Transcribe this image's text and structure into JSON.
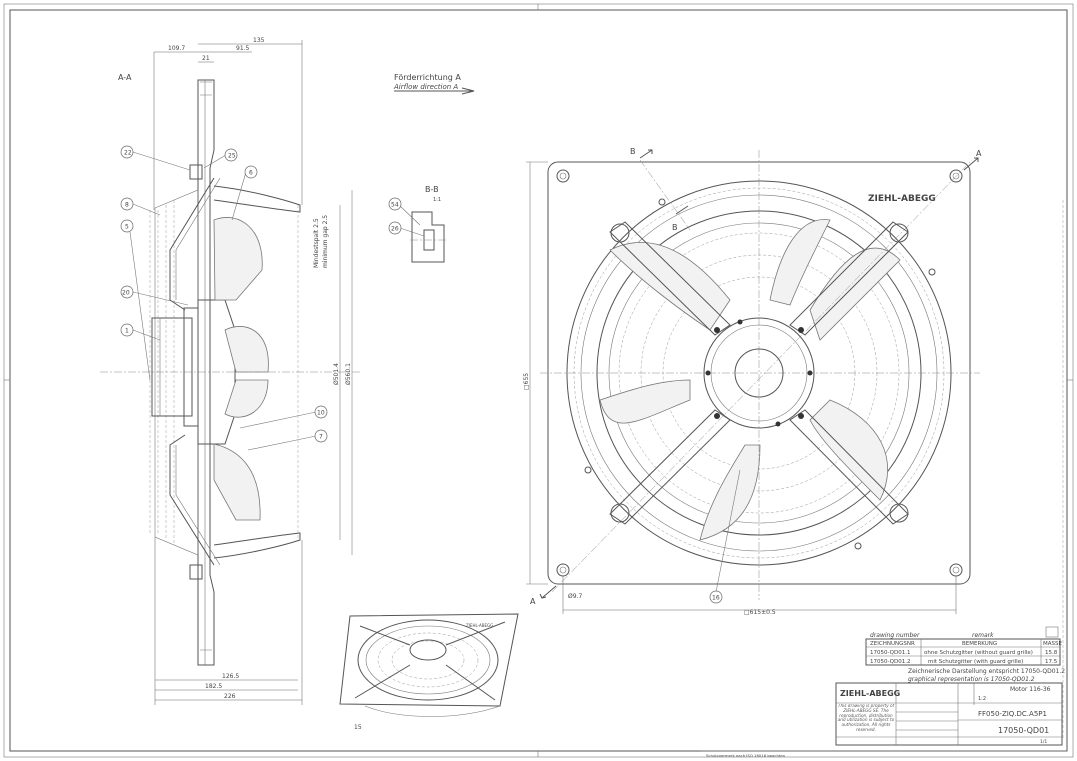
{
  "section_labels": {
    "aa": "A-A",
    "bb": "B-B",
    "bb_scale": "1:1"
  },
  "airflow": {
    "de": "Förderrichtung A",
    "en": "Airflow direction A"
  },
  "side_dims": {
    "d135": "135",
    "d109_7": "109.7",
    "d91_5": "91.5",
    "d21": "21",
    "d126_5": "126.5",
    "d182_5": "182.5",
    "d226": "226"
  },
  "gap_note": {
    "de": "Mindestspalt 2.5",
    "en": "minimum gap 2.5"
  },
  "diameters": {
    "d501_4": "Ø501.4",
    "d560_1": "Ø560.1"
  },
  "front_dims": {
    "square655": "□655",
    "square615": "□615±0.5",
    "hole": "Ø9.7"
  },
  "view_markers": {
    "a": "A",
    "b": "B"
  },
  "brand": "ZIEHL-ABEGG",
  "callouts": {
    "c22": "22",
    "c25": "25",
    "c6": "6",
    "c8": "8",
    "c5": "5",
    "c20": "20",
    "c1": "1",
    "c10": "10",
    "c7": "7",
    "c54": "54",
    "c26": "26",
    "c16": "16",
    "c15": "15"
  },
  "variants_table": {
    "head_de": "drawing number",
    "head_en": "remark",
    "col1": "ZEICHNUNGSNR",
    "col2": "BEMERKUNG",
    "col3": "MASSE",
    "rows": [
      {
        "num": "17050-QD01.1",
        "remark": "ohne Schutzgitter (without guard grille)",
        "mass": "15.8"
      },
      {
        "num": "17050-QD01.2",
        "remark": "mit Schutzgitter (with guard grille)",
        "mass": "17.5"
      }
    ],
    "note_de": "Zeichnerische Darstellung entspricht 17050-QD01.2",
    "note_en": "graphical representation is 17050-QD01.2"
  },
  "title_block": {
    "company": "ZIEHL-ABEGG",
    "motor": "Motor 116-36",
    "scale": "1:2",
    "product": "FF050-ZIQ.DC.A5P1",
    "drawing_no": "17050-QD01",
    "property_note": "This drawing is property of ZIEHL-ABEGG SE. The reproduction, distribution and utilization is subject to authorization. All rights reserved.",
    "sheet": "1/1",
    "footer": "Schutzvermerk nach ISO 16016 beachten"
  }
}
